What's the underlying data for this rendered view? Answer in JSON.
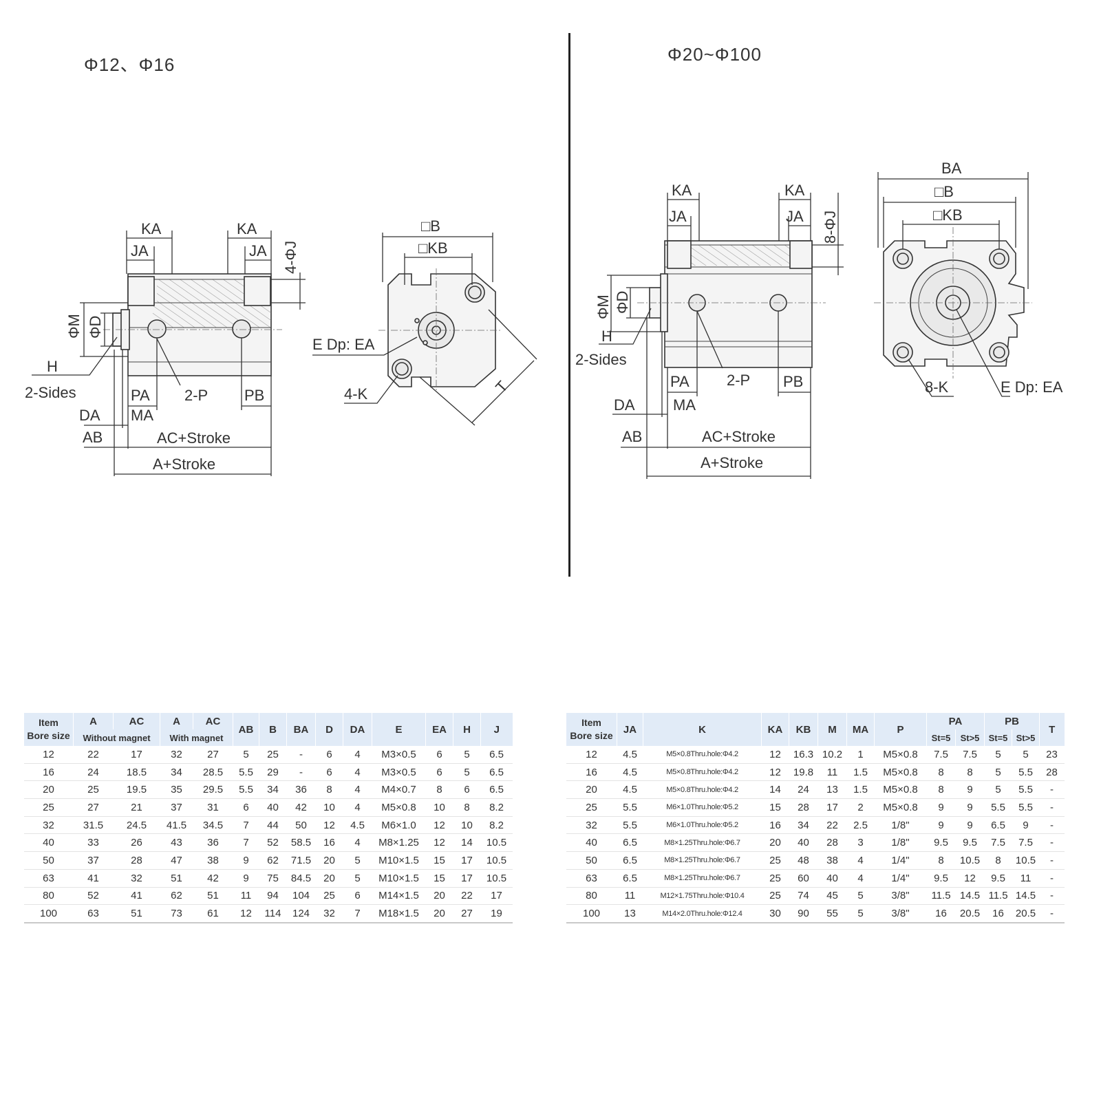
{
  "titles": {
    "left": "Φ12、Φ16",
    "right": "Φ20~Φ100"
  },
  "left_side_labels": {
    "ka1": "KA",
    "ka2": "KA",
    "ja1": "JA",
    "ja2": "JA",
    "j": "4-ΦJ",
    "m": "ΦM",
    "d": "ΦD",
    "h": "H",
    "two_sides": "2-Sides",
    "pa": "PA",
    "p": "2-P",
    "pb": "PB",
    "da": "DA",
    "ma": "MA",
    "ab": "AB",
    "ac_stroke": "AC+Stroke",
    "a_stroke": "A+Stroke"
  },
  "left_front_labels": {
    "b": "□B",
    "kb": "□KB",
    "e": "E Dp: EA",
    "k": "4-K",
    "t": "T"
  },
  "right_side_labels": {
    "ka1": "KA",
    "ka2": "KA",
    "ja1": "JA",
    "ja2": "JA",
    "j": "8-ΦJ",
    "m": "ΦM",
    "d": "ΦD",
    "h": "H",
    "two_sides": "2-Sides",
    "pa": "PA",
    "p": "2-P",
    "pb": "PB",
    "da": "DA",
    "ma": "MA",
    "ab": "AB",
    "ac_stroke": "AC+Stroke",
    "a_stroke": "A+Stroke"
  },
  "right_front_labels": {
    "ba": "BA",
    "b": "□B",
    "kb": "□KB",
    "k": "8-K",
    "e": "E Dp: EA"
  },
  "table1": {
    "header_item": "Item",
    "header_bore": "Bore size",
    "g1": {
      "a": "A",
      "ac": "AC",
      "label": "Without magnet"
    },
    "g2": {
      "a": "A",
      "ac": "AC",
      "label": "With magnet"
    },
    "cols": [
      "AB",
      "B",
      "BA",
      "D",
      "DA",
      "E",
      "EA",
      "H",
      "J"
    ],
    "rows": [
      [
        "12",
        "22",
        "17",
        "32",
        "27",
        "5",
        "25",
        "-",
        "6",
        "4",
        "M3×0.5",
        "6",
        "5",
        "6.5"
      ],
      [
        "16",
        "24",
        "18.5",
        "34",
        "28.5",
        "5.5",
        "29",
        "-",
        "6",
        "4",
        "M3×0.5",
        "6",
        "5",
        "6.5"
      ],
      [
        "20",
        "25",
        "19.5",
        "35",
        "29.5",
        "5.5",
        "34",
        "36",
        "8",
        "4",
        "M4×0.7",
        "8",
        "6",
        "6.5"
      ],
      [
        "25",
        "27",
        "21",
        "37",
        "31",
        "6",
        "40",
        "42",
        "10",
        "4",
        "M5×0.8",
        "10",
        "8",
        "8.2"
      ],
      [
        "32",
        "31.5",
        "24.5",
        "41.5",
        "34.5",
        "7",
        "44",
        "50",
        "12",
        "4.5",
        "M6×1.0",
        "12",
        "10",
        "8.2"
      ],
      [
        "40",
        "33",
        "26",
        "43",
        "36",
        "7",
        "52",
        "58.5",
        "16",
        "4",
        "M8×1.25",
        "12",
        "14",
        "10.5"
      ],
      [
        "50",
        "37",
        "28",
        "47",
        "38",
        "9",
        "62",
        "71.5",
        "20",
        "5",
        "M10×1.5",
        "15",
        "17",
        "10.5"
      ],
      [
        "63",
        "41",
        "32",
        "51",
        "42",
        "9",
        "75",
        "84.5",
        "20",
        "5",
        "M10×1.5",
        "15",
        "17",
        "10.5"
      ],
      [
        "80",
        "52",
        "41",
        "62",
        "51",
        "11",
        "94",
        "104",
        "25",
        "6",
        "M14×1.5",
        "20",
        "22",
        "17"
      ],
      [
        "100",
        "63",
        "51",
        "73",
        "61",
        "12",
        "114",
        "124",
        "32",
        "7",
        "M18×1.5",
        "20",
        "27",
        "19"
      ]
    ]
  },
  "table2": {
    "header_item": "Item",
    "header_bore": "Bore size",
    "cols": [
      "JA",
      "K",
      "KA",
      "KB",
      "M",
      "MA",
      "P"
    ],
    "pa": "PA",
    "pb": "PB",
    "t": "T",
    "sub": [
      "St=5",
      "St>5",
      "St=5",
      "St>5"
    ],
    "rows": [
      [
        "12",
        "4.5",
        "M5×0.8Thru.hole:Φ4.2",
        "12",
        "16.3",
        "10.2",
        "1",
        "M5×0.8",
        "7.5",
        "7.5",
        "5",
        "5",
        "23"
      ],
      [
        "16",
        "4.5",
        "M5×0.8Thru.hole:Φ4.2",
        "12",
        "19.8",
        "11",
        "1.5",
        "M5×0.8",
        "8",
        "8",
        "5",
        "5.5",
        "28"
      ],
      [
        "20",
        "4.5",
        "M5×0.8Thru.hole:Φ4.2",
        "14",
        "24",
        "13",
        "1.5",
        "M5×0.8",
        "8",
        "9",
        "5",
        "5.5",
        "-"
      ],
      [
        "25",
        "5.5",
        "M6×1.0Thru.hole:Φ5.2",
        "15",
        "28",
        "17",
        "2",
        "M5×0.8",
        "9",
        "9",
        "5.5",
        "5.5",
        "-"
      ],
      [
        "32",
        "5.5",
        "M6×1.0Thru.hole:Φ5.2",
        "16",
        "34",
        "22",
        "2.5",
        "1/8\"",
        "9",
        "9",
        "6.5",
        "9",
        "-"
      ],
      [
        "40",
        "6.5",
        "M8×1.25Thru.hole:Φ6.7",
        "20",
        "40",
        "28",
        "3",
        "1/8\"",
        "9.5",
        "9.5",
        "7.5",
        "7.5",
        "-"
      ],
      [
        "50",
        "6.5",
        "M8×1.25Thru.hole:Φ6.7",
        "25",
        "48",
        "38",
        "4",
        "1/4\"",
        "8",
        "10.5",
        "8",
        "10.5",
        "-"
      ],
      [
        "63",
        "6.5",
        "M8×1.25Thru.hole:Φ6.7",
        "25",
        "60",
        "40",
        "4",
        "1/4\"",
        "9.5",
        "12",
        "9.5",
        "11",
        "-"
      ],
      [
        "80",
        "11",
        "M12×1.75Thru.hole:Φ10.4",
        "25",
        "74",
        "45",
        "5",
        "3/8\"",
        "11.5",
        "14.5",
        "11.5",
        "14.5",
        "-"
      ],
      [
        "100",
        "13",
        "M14×2.0Thru.hole:Φ12.4",
        "30",
        "90",
        "55",
        "5",
        "3/8\"",
        "16",
        "20.5",
        "16",
        "20.5",
        "-"
      ]
    ]
  }
}
